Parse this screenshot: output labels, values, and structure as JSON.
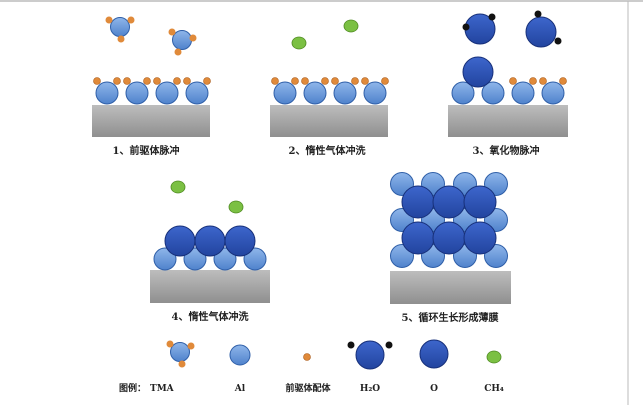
{
  "steps": [
    {
      "label": "1、前驱体脉冲"
    },
    {
      "label": "2、惰性气体冲洗"
    },
    {
      "label": "3、氧化物脉冲"
    },
    {
      "label": "4、惰性气体冲洗"
    },
    {
      "label": "5、循环生长形成薄膜"
    }
  ],
  "legend": {
    "prefix": "图例：",
    "items": [
      {
        "label": "TMA",
        "icon": "tma-molecule-icon"
      },
      {
        "label": "Al",
        "icon": "al-atom-icon"
      },
      {
        "label": "前驱体配体",
        "icon": "precursor-ligand-icon"
      },
      {
        "label": "H₂O",
        "icon": "water-molecule-icon"
      },
      {
        "label": "O",
        "icon": "oxygen-atom-icon"
      },
      {
        "label": "CH₄",
        "icon": "methane-molecule-icon"
      }
    ]
  },
  "colors": {
    "al": "#5b8fd6",
    "al_stroke": "#2f5fa8",
    "oxygen": "#2a4fb8",
    "oxygen_stroke": "#17307a",
    "ligand": "#e08a3a",
    "ch4": "#7bc043",
    "hydrogen": "#111111",
    "substrate": "#a6a6a6"
  }
}
